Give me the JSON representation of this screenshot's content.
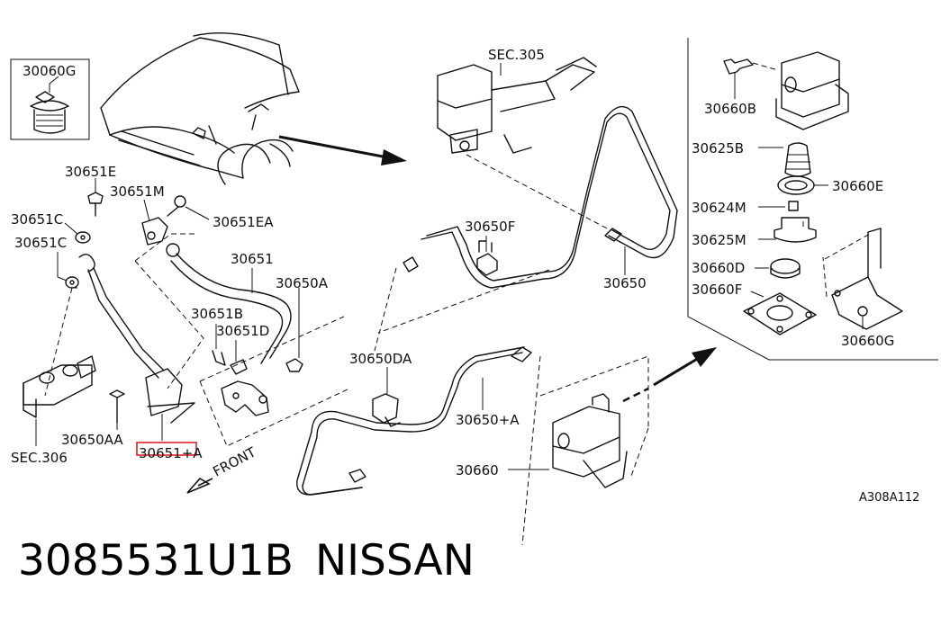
{
  "diagram": {
    "labels": {
      "p30060G": "30060G",
      "p30651E": "30651E",
      "p30651M": "30651M",
      "p30651EA": "30651EA",
      "p30651C_a": "30651C",
      "p30651C_b": "30651C",
      "p30651": "30651",
      "p30650A": "30650A",
      "p30651B": "30651B",
      "p30651D": "30651D",
      "p30650AA": "30650AA",
      "p30651A": "30651+A",
      "sec306": "SEC.306",
      "front": "FRONT",
      "sec305": "SEC.305",
      "p30650F": "30650F",
      "p30650": "30650",
      "p30650DA": "30650DA",
      "p30650plusA": "30650+A",
      "p30660": "30660",
      "p30660B": "30660B",
      "p30625B": "30625B",
      "p30660E": "30660E",
      "p30624M": "30624M",
      "p30625M": "30625M",
      "p30660D": "30660D",
      "p30660F": "30660F",
      "p30660G": "30660G",
      "ref": "A308A112"
    },
    "highlight_color": "#e0202a"
  },
  "footer": {
    "part_number": "3085531U1B",
    "brand": "NISSAN"
  }
}
